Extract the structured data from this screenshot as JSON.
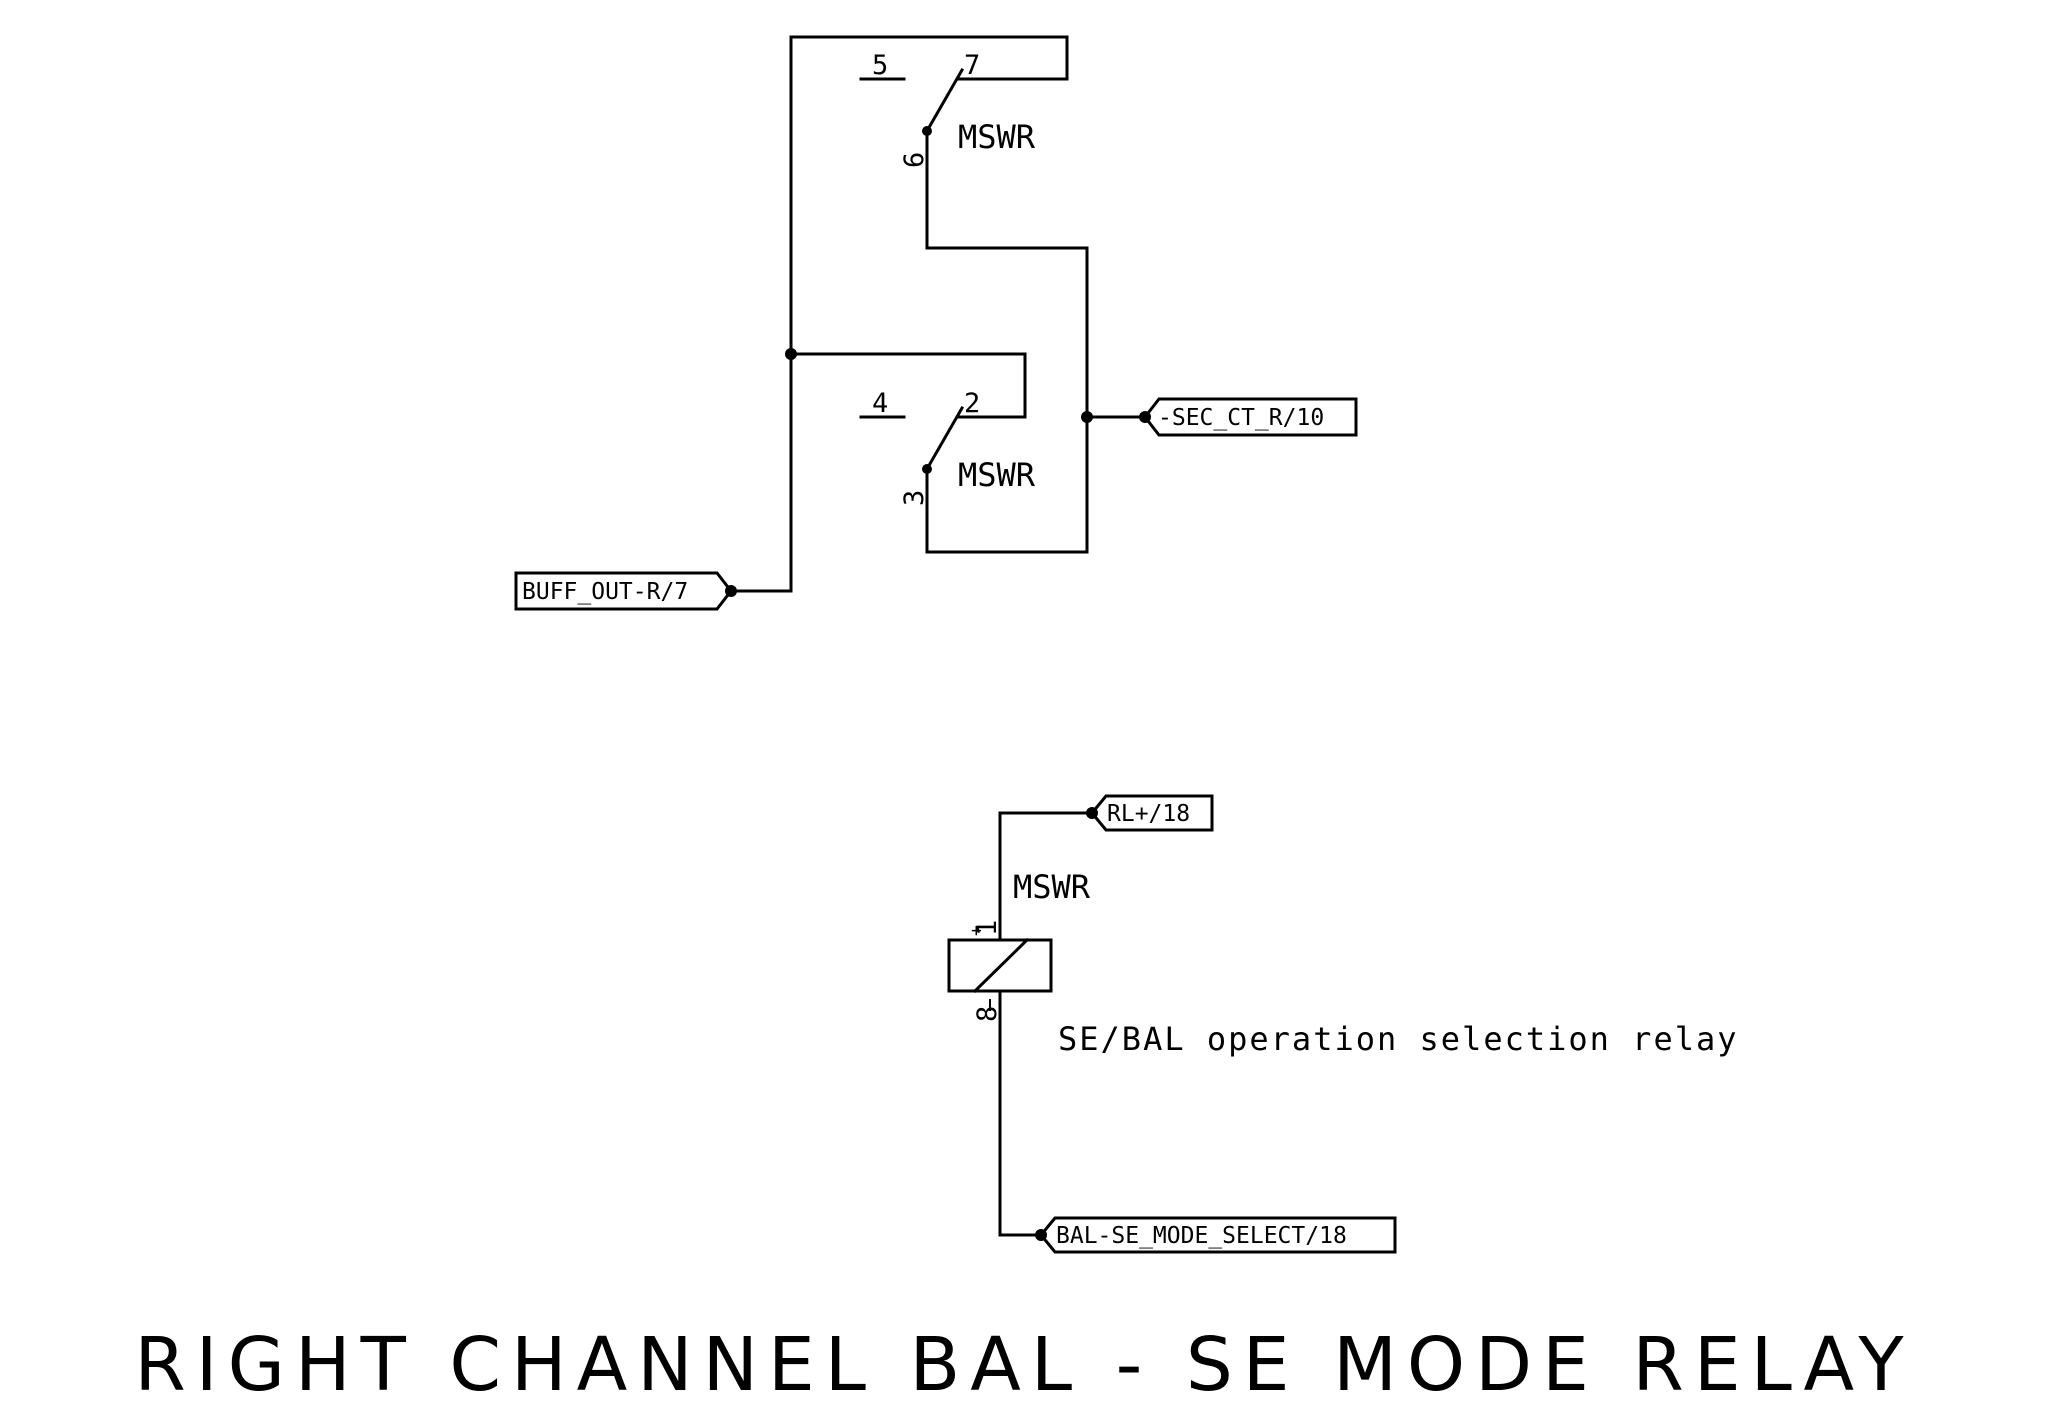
{
  "title": "RIGHT CHANNEL BAL - SE MODE RELAY",
  "note": "SE/BAL operation selection relay",
  "relay": {
    "contact_upper": {
      "ref": "MSWR",
      "pin_nc": "5",
      "pin_no": "7",
      "pin_common": "6"
    },
    "contact_lower": {
      "ref": "MSWR",
      "pin_nc": "4",
      "pin_no": "2",
      "pin_common": "3"
    },
    "coil": {
      "ref": "MSWR",
      "pin_plus": "1",
      "pin_minus": "8"
    }
  },
  "nets": {
    "buff_out": "BUFF_OUT-R/7",
    "sec_ct": "-SEC_CT_R/10",
    "rl_plus": "RL+/18",
    "mode_select": "BAL-SE_MODE_SELECT/18"
  },
  "colors": {
    "ink": "#000000",
    "paper": "#ffffff"
  }
}
